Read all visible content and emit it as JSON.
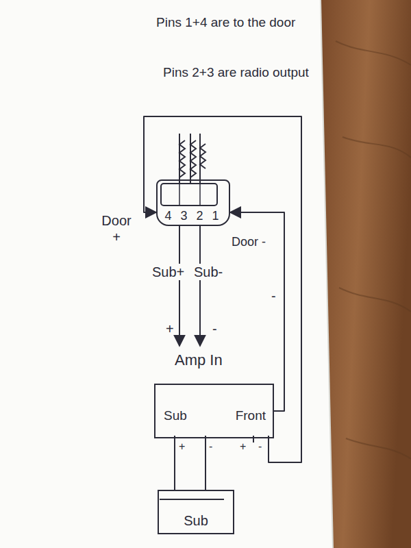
{
  "diagram": {
    "nodes": [
      {
        "text": [
          "4 3 2 1"
        ]
      },
      {
        "text": [
          "Amp In",
          "Sub",
          "Front"
        ]
      },
      {
        "text": [
          "Sub"
        ]
      }
    ],
    "edges": [
      {
        "from": 0,
        "to": 1,
        "arrow": "to"
      },
      {
        "from": 1,
        "to": 0,
        "arrow": "to"
      },
      {
        "from": 1,
        "to": 0,
        "arrow": "to"
      },
      {
        "from": 1,
        "to": 2,
        "arrow": "none"
      }
    ],
    "labels": [
      "Pins 1+4 are to the door",
      "Pins 2+3 are radio output",
      "Door +",
      "Door -",
      "Sub+",
      "Sub-",
      "+",
      "-",
      "-",
      "+",
      "-",
      "+",
      "-"
    ]
  }
}
